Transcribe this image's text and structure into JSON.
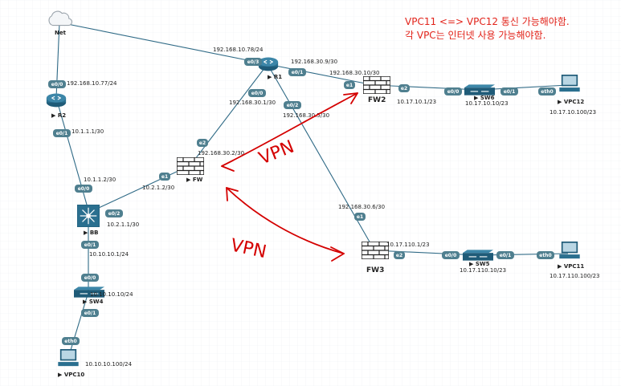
{
  "note": {
    "line1": "VPC11 <=> VPC12 통신 가능해야함.",
    "line2": "각 VPC는 인터넷 사용 가능해야함."
  },
  "vpn_labels": [
    "VPN",
    "VPN"
  ],
  "devices": [
    {
      "id": "net",
      "type": "cloud",
      "name": "Net"
    },
    {
      "id": "r1",
      "type": "router",
      "name": "R1"
    },
    {
      "id": "r2",
      "type": "router",
      "name": "R2"
    },
    {
      "id": "fw",
      "type": "firewall",
      "name": "FW"
    },
    {
      "id": "fw2",
      "type": "firewall",
      "name": "FW2"
    },
    {
      "id": "fw3",
      "type": "firewall",
      "name": "FW3"
    },
    {
      "id": "bb",
      "type": "l3switch",
      "name": "BB"
    },
    {
      "id": "sw4",
      "type": "switch",
      "name": "SW4"
    },
    {
      "id": "sw5",
      "type": "switch",
      "name": "SW5"
    },
    {
      "id": "sw6",
      "type": "switch",
      "name": "SW6"
    },
    {
      "id": "vpc10",
      "type": "pc",
      "name": "VPC10"
    },
    {
      "id": "vpc11",
      "type": "pc",
      "name": "VPC11"
    },
    {
      "id": "vpc12",
      "type": "pc",
      "name": "VPC12"
    }
  ],
  "ports": [
    "e0/0",
    "e0/3",
    "e0/1",
    "e0/0",
    "e0/2",
    "e0/1",
    "e0/0",
    "e2",
    "e1",
    "e0/2",
    "e0/1",
    "e0/0",
    "e0/1",
    "eth0",
    "e1",
    "e2",
    "e0/0",
    "e0/1",
    "eth0",
    "e1",
    "e2",
    "e0/0",
    "e0/1",
    "eth0"
  ],
  "ip_labels": [
    "192.168.10.78/24",
    "192.168.10.77/24",
    "192.168.30.9/30",
    "192.168.30.10/30",
    "192.168.30.1/30",
    "192.168.30.5/30",
    "192.168.30.2/30",
    "10.1.1.1/30",
    "10.1.1.2/30",
    "10.2.1.2/30",
    "10.2.1.1/30",
    "10.10.10.1/24",
    "10.10.10.10/24",
    "10.10.10.100/24",
    "10.17.10.1/23",
    "10.17.10.10/23",
    "10.17.10.100/23",
    "192.168.30.6/30",
    "10.17.110.1/23",
    "10.17.110.10/23",
    "10.17.110.100/23"
  ],
  "colors": {
    "device": "#2a6f8f",
    "firewall_brick": "#3a3a3a",
    "link": "#2f6a86",
    "port": "#4f7f8f",
    "vpn_stroke": "#d40000",
    "note": "#e2231a"
  }
}
